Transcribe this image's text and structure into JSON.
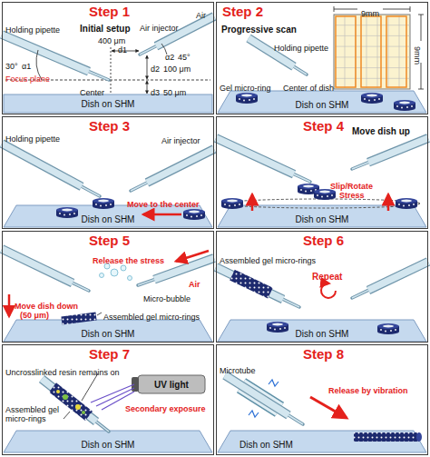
{
  "diagram": {
    "nodes": [
      {
        "text": [
          "Step 1"
        ]
      },
      {
        "text": [
          "Dish on SHM"
        ],
        "in": 0
      },
      {
        "text": [
          "Step 2"
        ]
      },
      {
        "text": [
          "Dish on SHM"
        ],
        "in": 2
      },
      {
        "text": [
          "Step 3"
        ]
      },
      {
        "text": [
          "Dish on SHM"
        ],
        "in": 4
      },
      {
        "text": [
          "Step 4"
        ]
      },
      {
        "text": [
          "Dish on SHM"
        ],
        "in": 6
      },
      {
        "text": [
          "Step 5"
        ]
      },
      {
        "text": [
          "Dish on SHM"
        ],
        "in": 8
      },
      {
        "text": [
          "Step 6"
        ]
      },
      {
        "text": [
          "Dish on SHM"
        ],
        "in": 10
      },
      {
        "text": [
          "Step 7"
        ]
      },
      {
        "text": [
          "UV light"
        ],
        "in": 12
      },
      {
        "text": [
          "Dish on SHM"
        ],
        "in": 12
      },
      {
        "text": [
          "Step 8"
        ]
      },
      {
        "text": [
          "Dish on SHM"
        ],
        "in": 15
      }
    ],
    "labels": [
      "Initial setup",
      "Holding pipette",
      "Air injector",
      "Air",
      "400 μm",
      "d1",
      "α2",
      "45°",
      "30°",
      "α1",
      "d2",
      "100 μm",
      "Focus plane",
      "Center",
      "d3",
      "50 μm",
      "Progressive scan",
      "Holding pipette",
      "9mm",
      "9mm",
      "Gel micro-ring",
      "Center of dish",
      "Holding pipette",
      "Air injector",
      "Move to the center",
      "Move dish up",
      "Slip/Rotate",
      "Stress",
      "Release the stress",
      "Air",
      "Move dish down",
      "(50 μm)",
      "Micro-bubble",
      "Assembled gel micro-rings",
      "Repeat",
      "Assembled gel micro-rings",
      "Uncrosslinked resin remains on",
      "Secondary exposure",
      "Assembled gel micro-rings",
      "Microtube",
      "Release by vibration"
    ]
  }
}
